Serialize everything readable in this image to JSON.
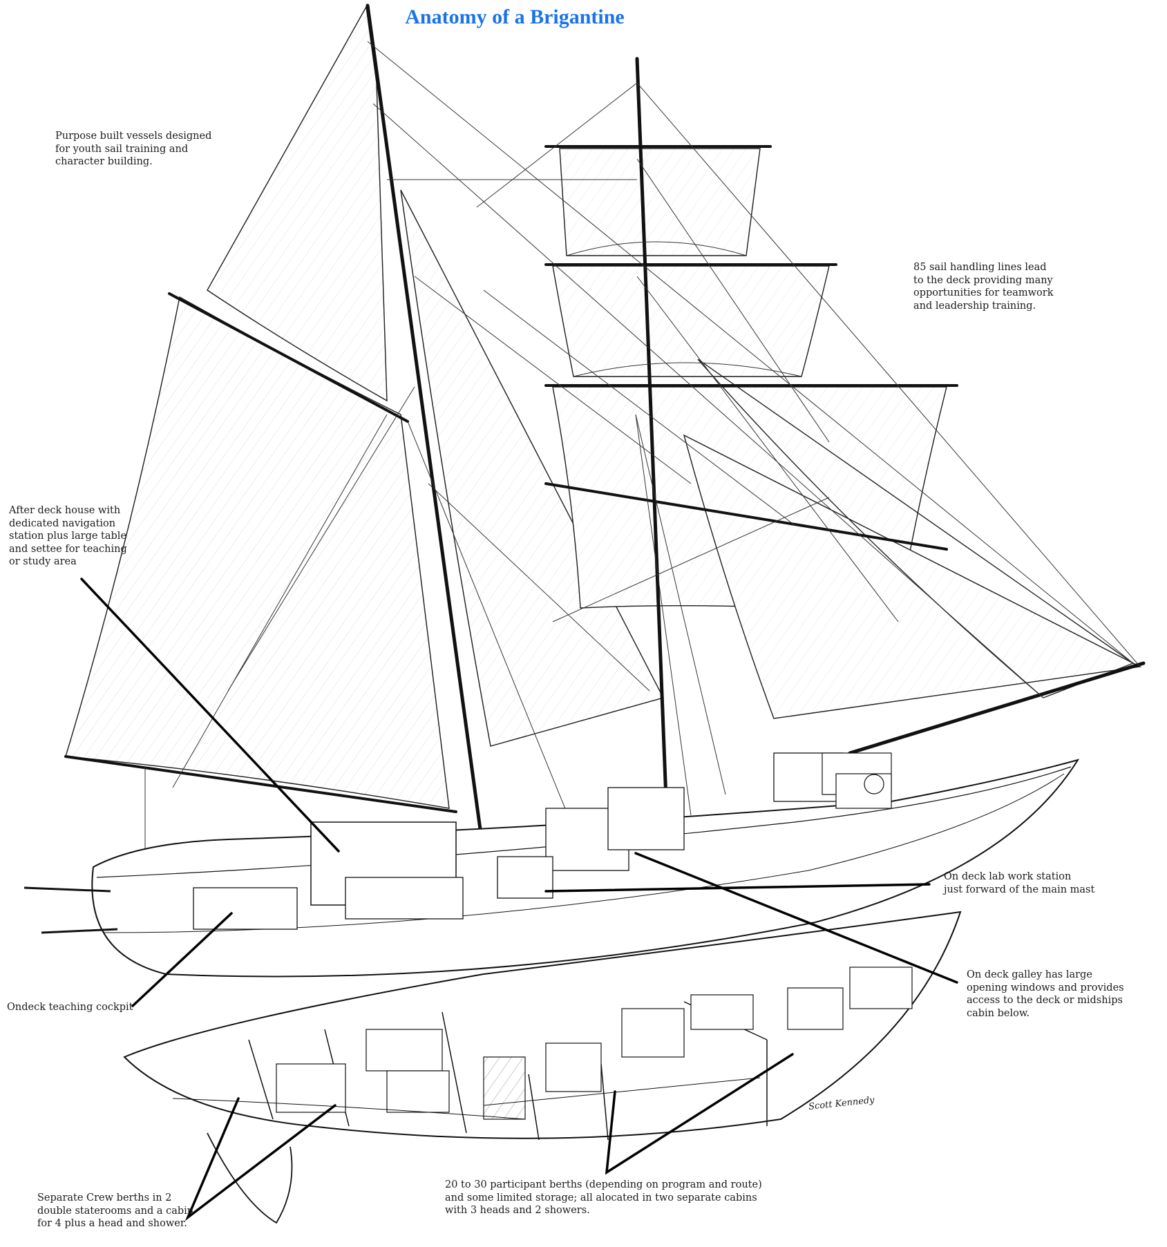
{
  "title": "Anatomy of a Brigantine",
  "colors": {
    "title": "#1a73e8",
    "ink": "#1a1a1a",
    "leader": "#000000",
    "paper": "#ffffff"
  },
  "illustration": {
    "subject": "brigantine-line-drawing",
    "signature": "Scott Kennedy"
  },
  "callouts": {
    "purpose": "Purpose built vessels designed\nfor youth sail training and\ncharacter building.",
    "sail_lines": "85 sail handling lines lead\nto the deck providing many\nopportunities for teamwork\nand leadership training.",
    "after_deck_house": "After deck house with\ndedicated navigation\nstation plus large table\nand settee for teaching\nor study area",
    "lab": "On deck lab work station\njust forward of the main mast",
    "galley": "On deck galley has large\nopening windows and provides\naccess to the deck or midships\ncabin below.",
    "cockpit": "Ondeck teaching cockpit",
    "crew_berths": "Separate Crew berths in 2\ndouble staterooms and a cabin\nfor 4 plus a head and shower.",
    "participant_berths": "20 to 30 participant berths (depending on program and route)\nand some limited storage; all alocated in two separate cabins\nwith 3 heads and 2 showers."
  }
}
